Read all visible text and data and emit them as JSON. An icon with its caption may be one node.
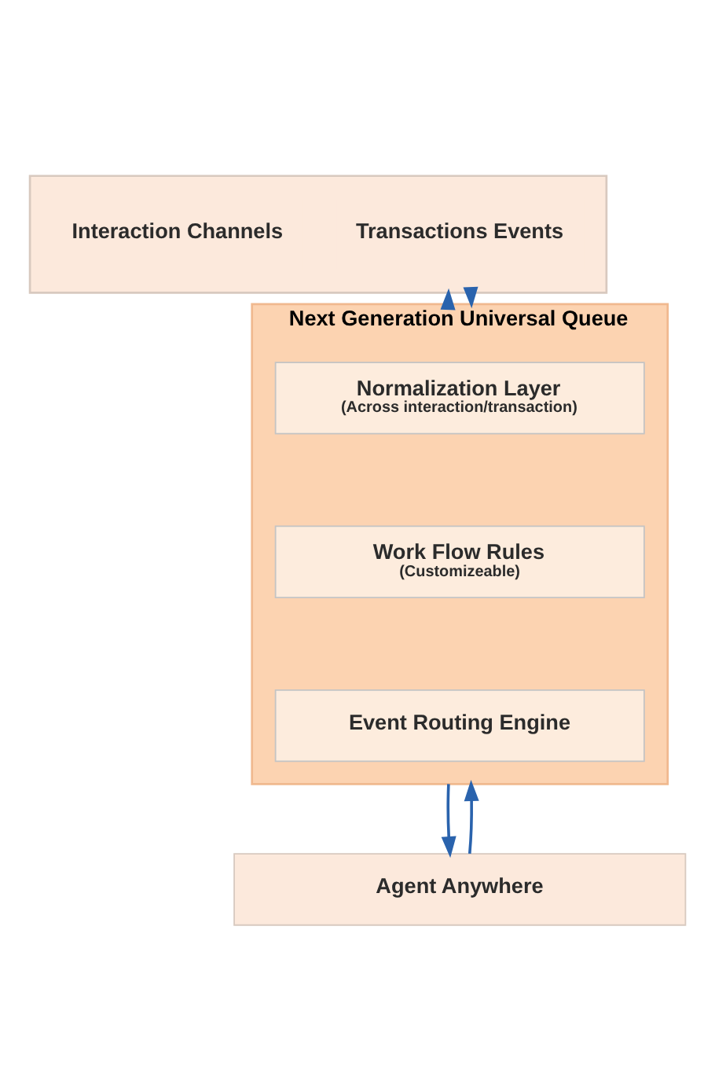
{
  "diagram": {
    "nodes": [
      {
        "text": [],
        "shape": "box"
      },
      {
        "text": [
          "Interaction Channels"
        ],
        "in": 0
      },
      {
        "text": [
          "Transactions Events"
        ],
        "in": 0
      },
      {
        "text": [
          "Next Generation Universal Queue"
        ]
      },
      {
        "text": [
          "Normalization Layer",
          "(Across interaction/transaction)"
        ],
        "in": 3
      },
      {
        "text": [
          "Work Flow Rules",
          "(Customizeable)"
        ],
        "in": 3
      },
      {
        "text": [
          "Event Routing Engine"
        ],
        "in": 3
      },
      {
        "text": [
          "Agent Anywhere"
        ]
      }
    ],
    "edges": [
      {
        "from": 0,
        "to": 3,
        "arrow": "to"
      },
      {
        "from": 3,
        "to": 0,
        "arrow": "to"
      },
      {
        "from": 3,
        "to": 7,
        "arrow": "to"
      },
      {
        "from": 7,
        "to": 3,
        "arrow": "to"
      }
    ]
  }
}
